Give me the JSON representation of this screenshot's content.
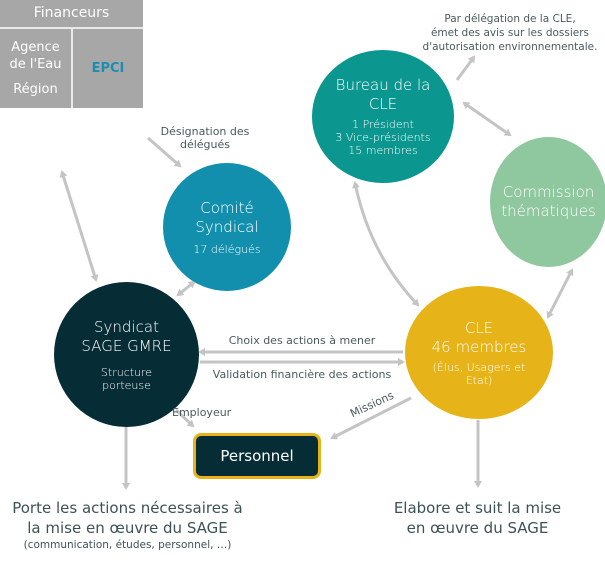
{
  "colors": {
    "arrow": "#c4c4c4",
    "financeurs_bg": "#a7a7a7",
    "epci_text": "#1a8fb1",
    "comite": "#138fae",
    "bureau": "#0b9690",
    "commission": "#8fc79e",
    "syndicat": "#062d36",
    "cle": "#e6b418",
    "personnel_bg": "#062d36",
    "personnel_border": "#e6b418"
  },
  "financeurs": {
    "title": "Financeurs",
    "left_lines": [
      "Agence",
      "de l'Eau",
      "Région"
    ],
    "right": "EPCI"
  },
  "nodes": {
    "comite": {
      "title_1": "Comité",
      "title_2": "Syndical",
      "sub": "17 délégués"
    },
    "bureau": {
      "title_1": "Bureau  de la",
      "title_2": "CLE",
      "sub_1": "1 Président",
      "sub_2": "3 Vice-présidents",
      "sub_3": "15 membres"
    },
    "commission": {
      "title_1": "Commission",
      "title_2": "thématiques"
    },
    "syndicat": {
      "title_1": "Syndicat",
      "title_2": "SAGE GMRE",
      "sub_1": "Structure",
      "sub_2": "porteuse"
    },
    "cle": {
      "title_1": "CLE",
      "title_2": "46 membres",
      "sub_1": "(Élus, Usagers et",
      "sub_2": "Etat)"
    },
    "personnel": {
      "label": "Personnel"
    }
  },
  "labels": {
    "designation_1": "Désignation des",
    "designation_2": "délégués",
    "delegation_1": "Par délégation de la CLE,",
    "delegation_2": "émet des avis sur les dossiers",
    "delegation_3": "d'autorisation environnementale.",
    "choix": "Choix des actions à mener",
    "validation": "Validation financière des actions",
    "employeur": "Employeur",
    "missions": "Missions"
  },
  "outcomes": {
    "syndicat_1": "Porte les actions nécessaires à",
    "syndicat_2": "la mise en œuvre du SAGE",
    "syndicat_3": "(communication, études, personnel, …)",
    "cle_1": "Elabore et suit la mise",
    "cle_2": "en œuvre du SAGE"
  }
}
